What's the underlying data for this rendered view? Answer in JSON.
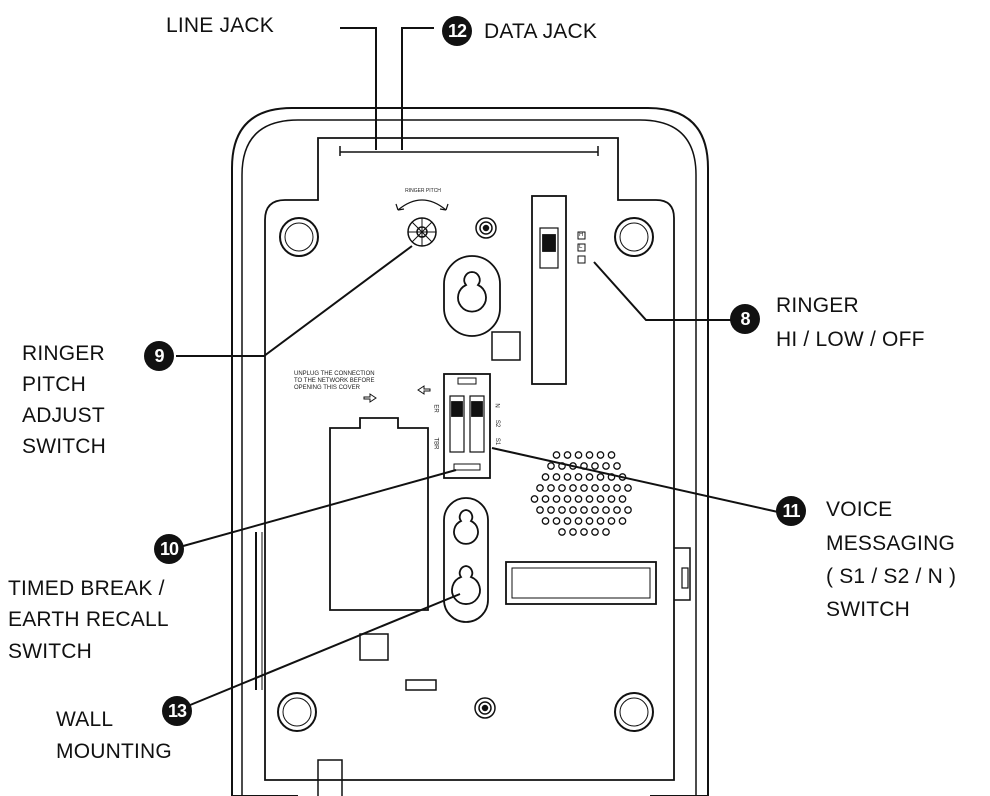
{
  "callouts": {
    "line_jack": {
      "label": "LINE JACK"
    },
    "data_jack": {
      "number": "12",
      "label": "DATA JACK"
    },
    "ringer": {
      "number": "8",
      "lines": [
        "RINGER",
        "HI / LOW / OFF"
      ]
    },
    "ringer_pitch": {
      "number": "9",
      "lines": [
        "RINGER",
        "PITCH",
        "ADJUST",
        "SWITCH"
      ]
    },
    "timed_break": {
      "number": "10",
      "lines": [
        "TIMED BREAK /",
        "EARTH RECALL",
        "SWITCH"
      ]
    },
    "voice_messaging": {
      "number": "11",
      "lines": [
        "VOICE",
        "MESSAGING",
        "( S1 / S2 / N )",
        "SWITCH"
      ]
    },
    "wall_mounting": {
      "number": "13",
      "lines": [
        "WALL",
        "MOUNTING"
      ]
    }
  },
  "device_text": {
    "ringer_pitch_label": "RINGER PITCH",
    "warning_lines": [
      "UNPLUG THE CONNECTION",
      "TO THE NETWORK BEFORE",
      "OPENING THIS COVER"
    ],
    "tbr_switch": [
      "ER",
      "TBR"
    ],
    "voice_switch": [
      "N",
      "S2",
      "S1"
    ],
    "ringer_positions": [
      "H",
      "L"
    ]
  }
}
